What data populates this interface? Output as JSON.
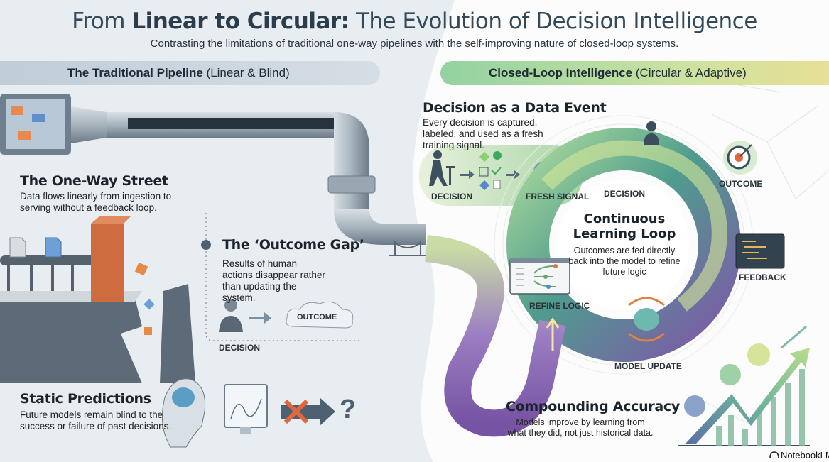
{
  "header": {
    "title_prefix": "From ",
    "title_bold": "Linear to Circular:",
    "title_suffix": " The Evolution of Decision Intelligence",
    "subtitle": "Contrasting the limitations of traditional one-way pipelines with the self-improving nature of closed-loop systems."
  },
  "left": {
    "banner_bold": "The Traditional Pipeline",
    "banner_rest": " (Linear & Blind)",
    "one_way": {
      "title": "The One-Way Street",
      "body": "Data flows linearly from ingestion to serving without a feedback loop."
    },
    "outcome_gap": {
      "title": "The ‘Outcome Gap’",
      "body": "Results of human actions disappear rather than updating the system.",
      "decision_label": "DECISION",
      "outcome_label": "OUTCOME"
    },
    "static": {
      "title": "Static Predictions",
      "body": "Future models remain blind to the success or failure of past decisions.",
      "question": "?"
    }
  },
  "right": {
    "banner_bold": "Closed-Loop Intelligence",
    "banner_rest": " (Circular & Adaptive)",
    "data_event": {
      "title": "Decision as a Data Event",
      "body": "Every decision is captured, labeled, and used as a fresh training signal.",
      "decision_label": "DECISION",
      "signal_label": "FRESH SIGNAL"
    },
    "loop": {
      "title": "Continuous Learning Loop",
      "body": "Outcomes are fed directly back into the model to refine future logic",
      "stages": {
        "decision": "DECISION",
        "outcome": "OUTCOME",
        "feedback": "FEEDBACK",
        "model_update": "MODEL UPDATE",
        "refine_logic": "REFINE LOGIC"
      }
    },
    "compounding": {
      "title": "Compounding Accuracy",
      "body": "Models improve by learning from what they did, not just historical data."
    }
  },
  "footer": {
    "brand": "NotebookLM"
  },
  "colors": {
    "left_bg": "#e8edf1",
    "green": "#8cc79a",
    "purple": "#8a67b0",
    "orange": "#e07a45",
    "slate": "#4a5d6e"
  }
}
